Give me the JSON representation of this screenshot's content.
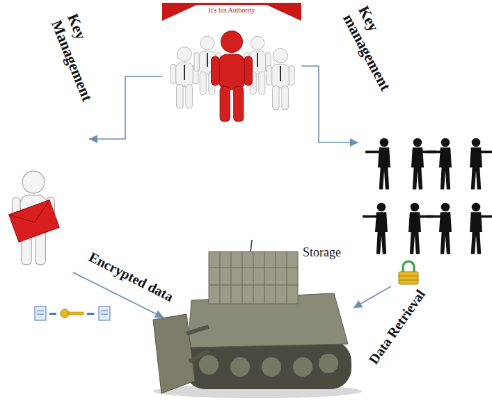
{
  "diagram": {
    "nodes": [
      {
        "text": [
          "It's his Authority"
        ]
      },
      {
        "text": [
          "Storage"
        ]
      }
    ],
    "labels": [
      "Key Management",
      "Key management",
      "Encrypted data",
      "Data Retrieval"
    ]
  }
}
